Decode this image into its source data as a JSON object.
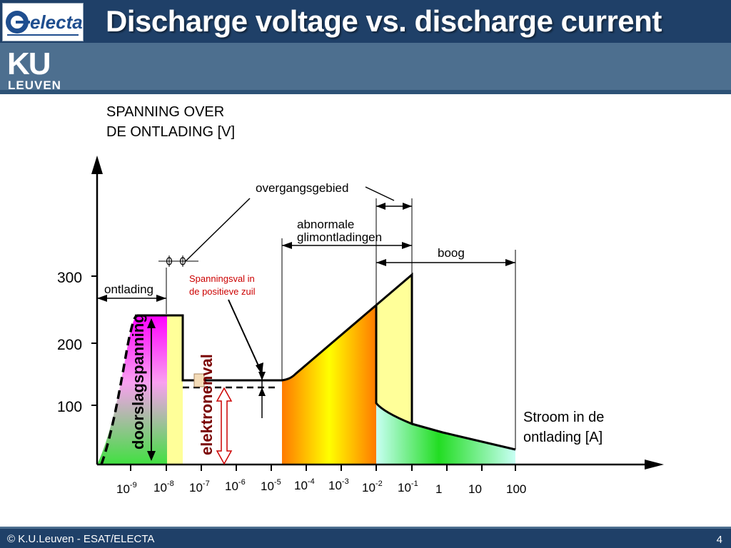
{
  "slide": {
    "title": "Discharge voltage vs. discharge current",
    "footer": "© K.U.Leuven - ESAT/ELECTA",
    "page_number": "4"
  },
  "logos": {
    "electa": "electa",
    "ku": "KU",
    "leuven": "LEUVEN"
  },
  "diagram": {
    "y_axis_title_line1": "SPANNING OVER",
    "y_axis_title_line2": "DE ONTLADING [V]",
    "x_axis_title_line1": "Stroom in de",
    "x_axis_title_line2": "ontlading [A]",
    "y_ticks": [
      "300",
      "200",
      "100"
    ],
    "x_ticks": [
      {
        "base": "10",
        "exp": "-9"
      },
      {
        "base": "10",
        "exp": "-8"
      },
      {
        "base": "10",
        "exp": "-7"
      },
      {
        "base": "10",
        "exp": "-6"
      },
      {
        "base": "10",
        "exp": "-5"
      },
      {
        "base": "10",
        "exp": "-4"
      },
      {
        "base": "10",
        "exp": "-3"
      },
      {
        "base": "10",
        "exp": "-2"
      },
      {
        "base": "10",
        "exp": "-1"
      },
      {
        "base": "1",
        "exp": ""
      },
      {
        "base": "10",
        "exp": ""
      },
      {
        "base": "100",
        "exp": ""
      }
    ],
    "labels": {
      "ontlading": "ontlading",
      "overgangsgebied": "overgangsgebied",
      "abnormale_1": "abnormale",
      "abnormale_2": "glimontladingen",
      "boog": "boog",
      "spanningsval_1": "Spanningsval in",
      "spanningsval_2": "de positieve zuil",
      "doorslagspanning": "doorslagspanning",
      "elektronenval": "elektronenval"
    },
    "colors": {
      "header": "#1f4068",
      "curve": "#000000",
      "annotation_red": "#cc0000"
    }
  }
}
